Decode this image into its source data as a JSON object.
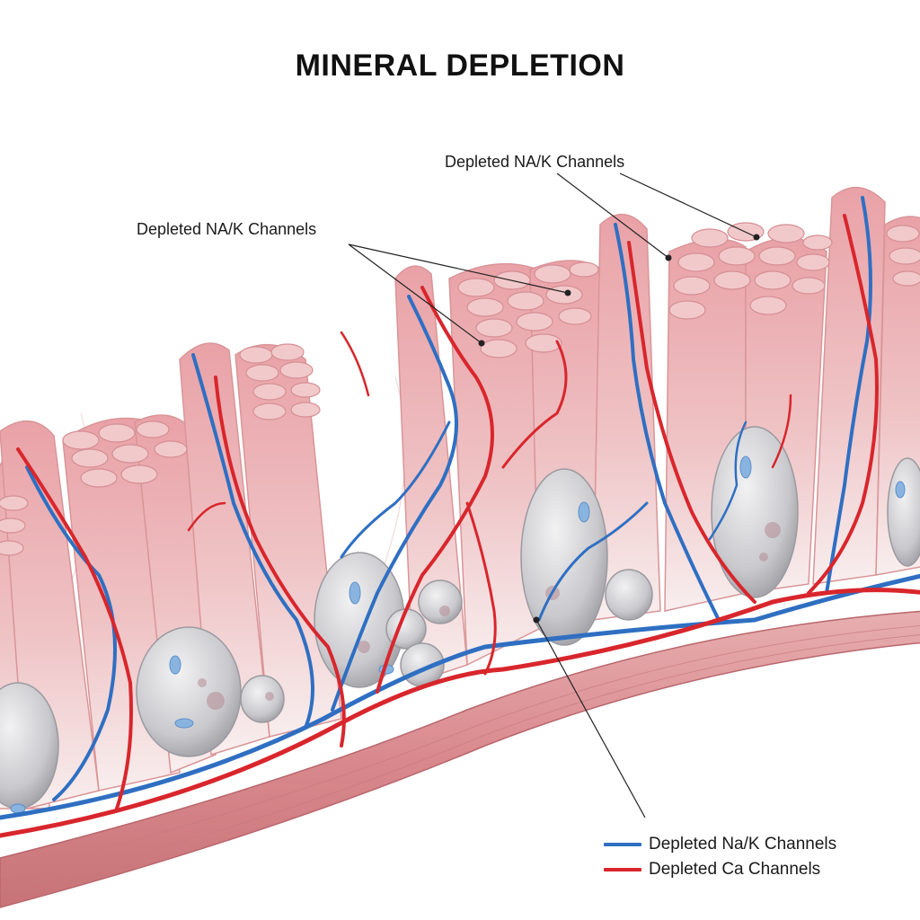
{
  "title": "MINERAL DEPLETION",
  "callouts": {
    "left": "Depleted NA/K Channels",
    "right": "Depleted NA/K Channels"
  },
  "legend": {
    "items": [
      {
        "label": "Depleted Na/K Channels",
        "color": "#2f6fc2"
      },
      {
        "label": "Depleted Ca Channels",
        "color": "#d8262c"
      }
    ]
  },
  "colors": {
    "muscle": "#e9a9ad",
    "muscle_dark": "#cf7f86",
    "vein": "#2f6fc2",
    "artery": "#d8262c",
    "cell": "#c9c9cc",
    "tissue_band": "#dc9a9d"
  }
}
